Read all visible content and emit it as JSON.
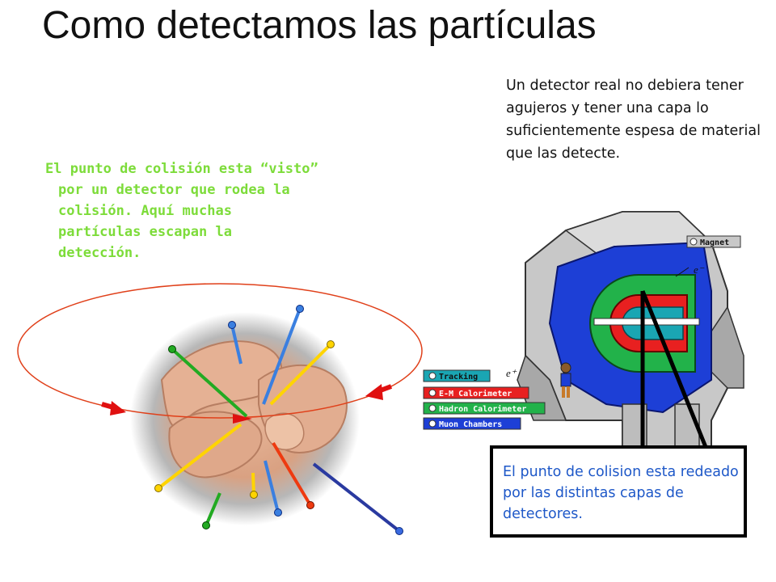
{
  "slide": {
    "title": "Como detectamos las partículas",
    "left_text": {
      "lines": [
        "El punto de colisión esta “visto”",
        "por un detector que rodea la",
        "colisión.  Aquí muchas",
        "partículas escapan la",
        "detección."
      ]
    },
    "right_text": "Un detector real no debiera tener agujeros y tener una capa lo suficientemente espesa de material que las detecte.",
    "callout": "El punto de colision esta redeado por las distintas capas de detectores.",
    "detector_labels": {
      "magnet": "Magnet",
      "electron_top": "e⁻",
      "electron_bottom": "e⁺"
    },
    "legend": [
      {
        "label": "Tracking",
        "color": "#1aa6b3"
      },
      {
        "label": "E-M Calorimeter",
        "color": "#e82020"
      },
      {
        "label": "Hadron Calorimeter",
        "color": "#22b24a"
      },
      {
        "label": "Muon Chambers",
        "color": "#1d3fd6"
      }
    ],
    "colors": {
      "title": "#111111",
      "left_text": "#7ddc3a",
      "callout_text": "#1e58c8",
      "orbit": "#e0401a",
      "arrow": "#e01010",
      "detector_frame": "#b5b5b5"
    },
    "tracks": [
      {
        "name": "green",
        "color": "#22aa22"
      },
      {
        "name": "blue",
        "color": "#3a7fe0"
      },
      {
        "name": "yellow",
        "color": "#ffd400"
      },
      {
        "name": "red",
        "color": "#ee3a10"
      },
      {
        "name": "navy",
        "color": "#2a3aa0"
      }
    ]
  }
}
